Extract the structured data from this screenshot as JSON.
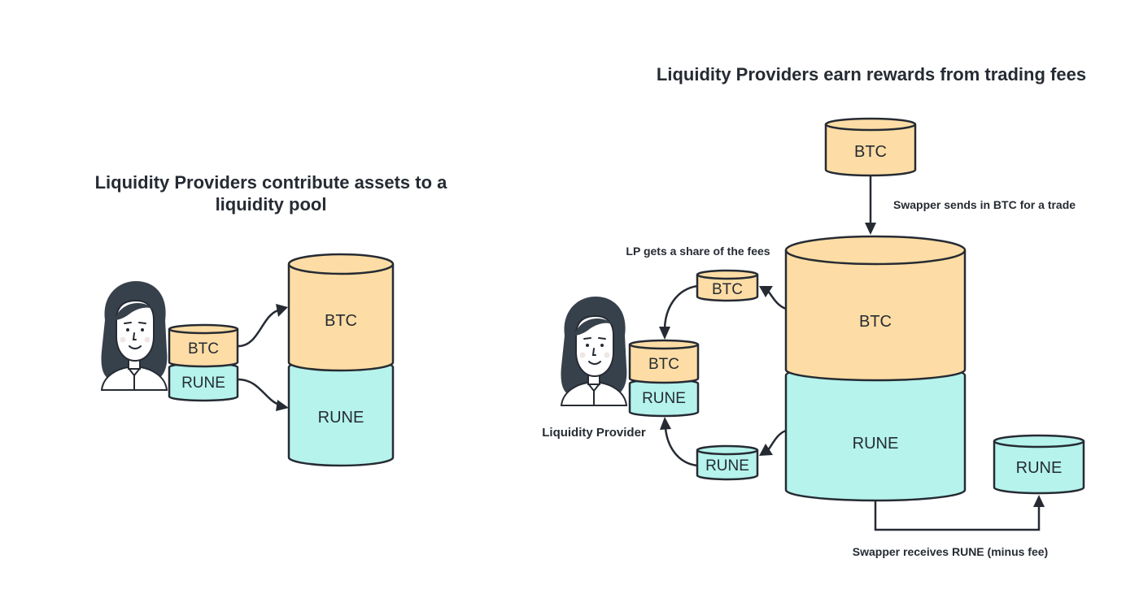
{
  "colors": {
    "btc_fill": "#fddda5",
    "rune_fill": "#b5f3ec",
    "outline": "#262b33",
    "text": "#262b33",
    "hair": "#37414c",
    "background": "#ffffff"
  },
  "left_panel": {
    "title_line1": "Liquidity Providers contribute assets to a",
    "title_line2": "liquidity pool",
    "provider_btc_label": "BTC",
    "provider_rune_label": "RUNE",
    "pool_btc_label": "BTC",
    "pool_rune_label": "RUNE",
    "person_icon": "person-avatar-icon"
  },
  "right_panel": {
    "title": "Liquidity Providers earn rewards from trading fees",
    "incoming_btc_label": "BTC",
    "swapper_sends_text": "Swapper sends in BTC for a trade",
    "pool_btc_label": "BTC",
    "pool_rune_label": "RUNE",
    "fee_btc_label": "BTC",
    "fee_rune_label": "RUNE",
    "lp_share_text": "LP gets a share of the fees",
    "provider_btc_label": "BTC",
    "provider_rune_label": "RUNE",
    "provider_caption": "Liquidity Provider",
    "output_rune_label": "RUNE",
    "swapper_receives_text": "Swapper receives RUNE (minus fee)",
    "person_icon": "person-avatar-icon"
  }
}
